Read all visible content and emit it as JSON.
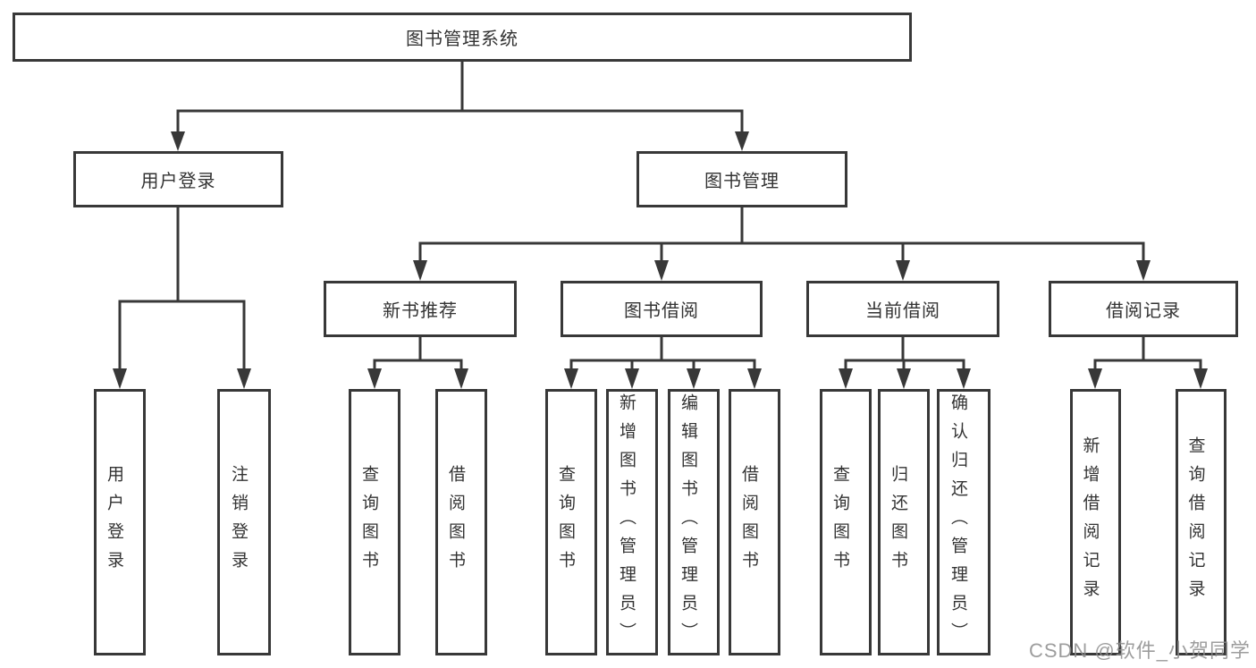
{
  "nodes": {
    "root": "图书管理系统",
    "user_login": "用户登录",
    "book_mgmt": "图书管理",
    "new_rec": "新书推荐",
    "borrow": "图书借阅",
    "current": "当前借阅",
    "record": "借阅记录",
    "leaf_login": "用户登录",
    "leaf_logout": "注销登录",
    "leaf_nr_query": "查询图书",
    "leaf_nr_borrow": "借阅图书",
    "leaf_bb_query": "查询图书",
    "leaf_bb_add": "新增图书（管理员）",
    "leaf_bb_edit": "编辑图书（管理员）",
    "leaf_bb_borrow": "借阅图书",
    "leaf_cb_query": "查询图书",
    "leaf_cb_return": "归还图书",
    "leaf_cb_confirm": "确认归还（管理员）",
    "leaf_br_add": "新增借阅记录",
    "leaf_br_query": "查询借阅记录"
  },
  "hierarchy": {
    "图书管理系统": [
      "用户登录",
      "图书管理"
    ],
    "用户登录": [
      "用户登录",
      "注销登录"
    ],
    "图书管理": [
      "新书推荐",
      "图书借阅",
      "当前借阅",
      "借阅记录"
    ],
    "新书推荐": [
      "查询图书",
      "借阅图书"
    ],
    "图书借阅": [
      "查询图书",
      "新增图书（管理员）",
      "编辑图书（管理员）",
      "借阅图书"
    ],
    "当前借阅": [
      "查询图书",
      "归还图书",
      "确认归还（管理员）"
    ],
    "借阅记录": [
      "新增借阅记录",
      "查询借阅记录"
    ]
  },
  "watermark": "CSDN @软件_小贺同学",
  "colors": {
    "line": "#383838",
    "text": "#333333",
    "background": "#ffffff",
    "watermark": "#8c8c8c"
  }
}
